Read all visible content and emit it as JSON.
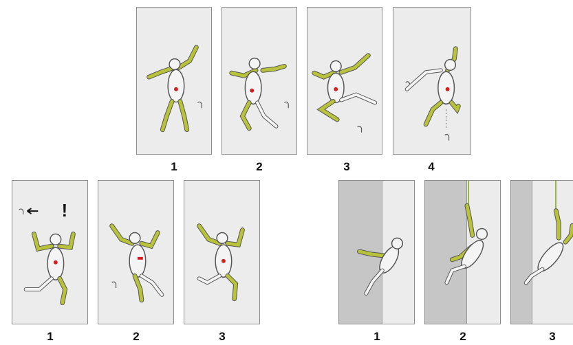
{
  "figure": {
    "top_row": {
      "labels": [
        "1",
        "2",
        "3",
        "4"
      ]
    },
    "bottom_left": {
      "labels": [
        "1",
        "2",
        "3"
      ]
    },
    "bottom_right": {
      "labels": [
        "1",
        "2",
        "3"
      ]
    },
    "annotations": {
      "alert_mark": "!"
    }
  },
  "colors": {
    "panel_bg": "#ececec",
    "wall_shade": "#c6c6c6",
    "limb_highlight": "#b8c23a",
    "body_fill": "#f4f4f4",
    "center_of_gravity": "#d02020"
  },
  "icons": [
    "climber-figure-icon",
    "foothold-icon",
    "arrow-left-icon",
    "rope-icon"
  ]
}
